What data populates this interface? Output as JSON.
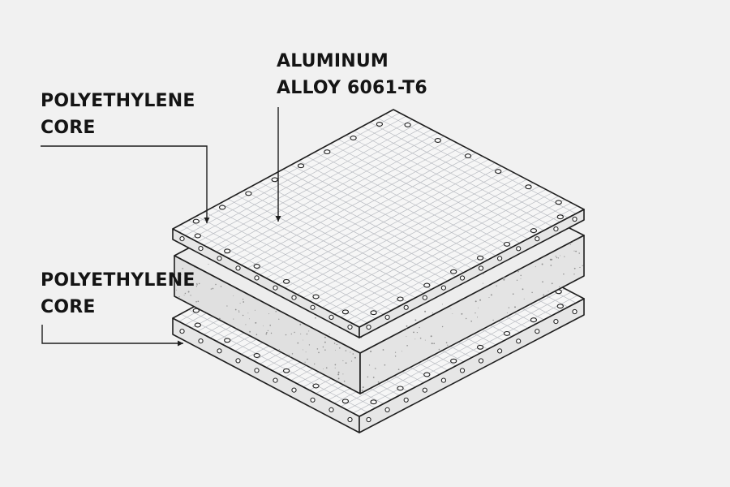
{
  "labels": {
    "top_left": {
      "line1": "POLYETHYLENE",
      "line2": "CORE"
    },
    "top_center": {
      "line1": "ALUMINUM",
      "line2": "ALLOY 6061-T6"
    },
    "bottom_left": {
      "line1": "POLYETHYLENE",
      "line2": "CORE"
    }
  },
  "layers": [
    {
      "id": "top-sheet",
      "appearance": "grid with perimeter holes"
    },
    {
      "id": "core-slab",
      "appearance": "speckled solid"
    },
    {
      "id": "bottom-sheet",
      "appearance": "grid with perimeter holes"
    }
  ],
  "colors": {
    "background": "#f1f1f1",
    "line": "#1e1e1e",
    "sheet_face": "#f6f6f6",
    "sheet_side": "#e6e6e6",
    "core_top": "#ededed",
    "core_side": "#e0e0e0",
    "grid": "#b9bcc2",
    "speckle": "#8f8f8f"
  }
}
